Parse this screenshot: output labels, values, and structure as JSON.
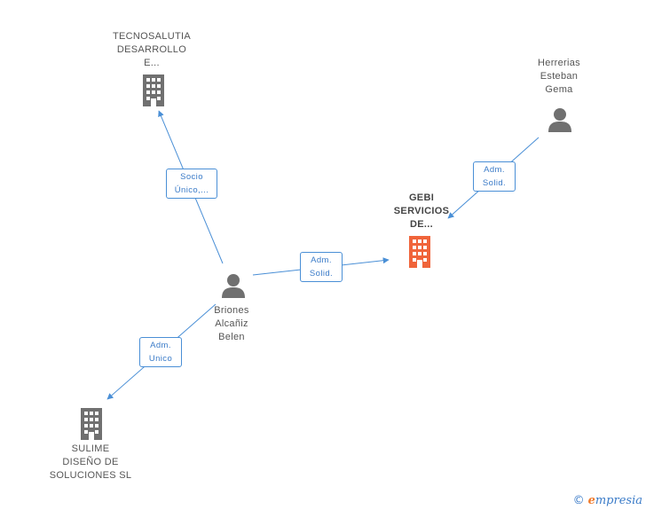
{
  "nodes": {
    "tecnosalutia": {
      "lines": [
        "TECNOSALUTIA",
        "DESARROLLO",
        "E..."
      ],
      "icon": "building-icon",
      "color": "#707070"
    },
    "herrerias": {
      "lines": [
        "Herrerias",
        "Esteban",
        "Gema"
      ],
      "icon": "person-icon",
      "color": "#707070"
    },
    "gebi": {
      "lines": [
        "GEBI",
        "SERVICIOS",
        "DE..."
      ],
      "icon": "building-icon",
      "color": "#f0643a"
    },
    "briones": {
      "lines": [
        "Briones",
        "Alcañiz",
        "Belen"
      ],
      "icon": "person-icon",
      "color": "#707070"
    },
    "sulime": {
      "lines": [
        "SULIME",
        "DISEÑO DE",
        "SOLUCIONES SL"
      ],
      "icon": "building-icon",
      "color": "#707070"
    }
  },
  "edges": {
    "socio": {
      "lines": [
        "Socio",
        "Único,..."
      ]
    },
    "adm_herrerias": {
      "lines": [
        "Adm.",
        "Solid."
      ]
    },
    "adm_briones": {
      "lines": [
        "Adm.",
        "Solid."
      ]
    },
    "adm_unico": {
      "lines": [
        "Adm.",
        "Unico"
      ]
    }
  },
  "footer": {
    "copyright": "©",
    "brand_e": "e",
    "brand_rest": "mpresia"
  },
  "colors": {
    "edge": "#4a8fd6",
    "focus": "#f0643a",
    "neutral": "#707070"
  }
}
